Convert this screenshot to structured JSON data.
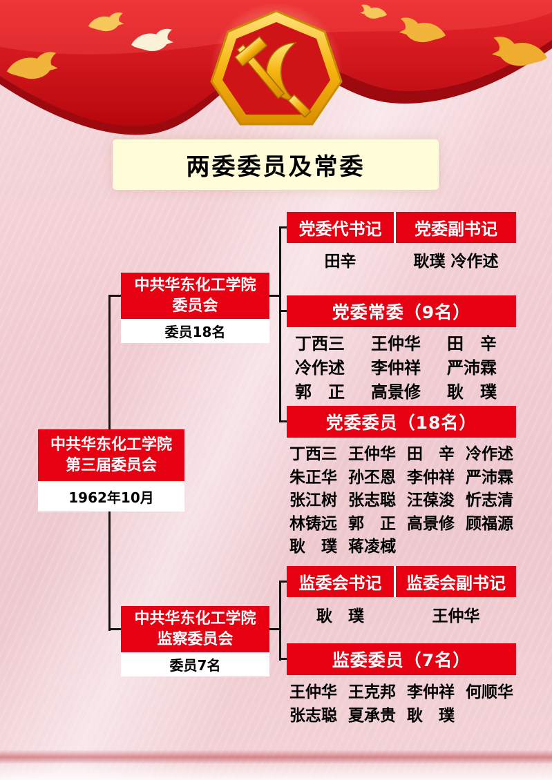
{
  "title": "两委委员及常委",
  "colors": {
    "red": "#e60012",
    "red_dark": "#b6070d",
    "gold": "#f6b511",
    "title_bg": "#fffcda",
    "ink": "#141414"
  },
  "org": {
    "root": {
      "line1": "中共华东化工学院",
      "line2": "第三届委员会",
      "date": "1962年10月"
    },
    "party_committee": {
      "line1": "中共华东化工学院",
      "line2": "委员会",
      "count": "委员18名"
    },
    "supervisory_committee": {
      "line1": "中共华东化工学院",
      "line2": "监察委员会",
      "count": "委员7名"
    },
    "party_secretaries": {
      "header_left": "党委代书记",
      "header_right": "党委副书记",
      "left_name": "田辛",
      "right_names": "耿璞 冷作述"
    },
    "party_standing": {
      "header": "党委常委（9名）",
      "members": [
        "丁西三",
        "王仲华",
        "田　辛",
        "冷作述",
        "李仲祥",
        "严沛霖",
        "郭　正",
        "高景修",
        "耿　璞"
      ]
    },
    "party_members": {
      "header": "党委委员（18名）",
      "members": [
        "丁西三",
        "王仲华",
        "田　辛",
        "冷作述",
        "朱正华",
        "孙丕恩",
        "李仲祥",
        "严沛霖",
        "张江树",
        "张志聪",
        "汪葆浚",
        "忻志清",
        "林铸远",
        "郭　正",
        "高景修",
        "顾福源",
        "耿　璞",
        "蒋凌棫"
      ]
    },
    "supervisory_secretaries": {
      "header_left": "监委会书记",
      "header_right": "监委会副书记",
      "left_name": "耿　璞",
      "right_name": "王仲华"
    },
    "supervisory_members": {
      "header": "监委委员（7名）",
      "members": [
        "王仲华",
        "王克邦",
        "李仲祥",
        "何顺华",
        "张志聪",
        "夏承贵",
        "耿　璞"
      ]
    }
  }
}
